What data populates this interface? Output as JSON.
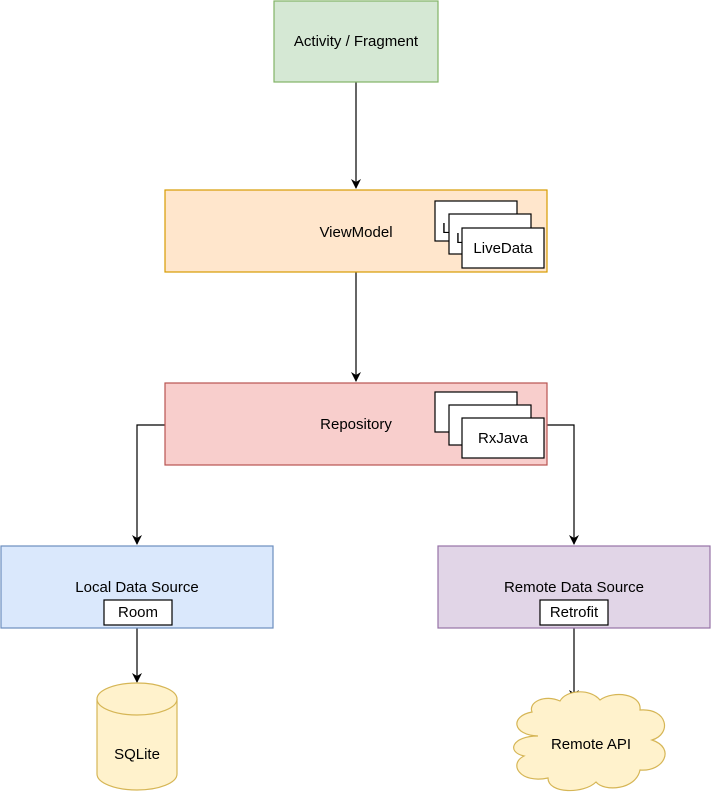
{
  "nodes": {
    "activity": {
      "label": "Activity / Fragment",
      "fill": "#d5e8d4",
      "stroke": "#82b366"
    },
    "viewmodel": {
      "label": "ViewModel",
      "fill": "#ffe6cc",
      "stroke": "#d79b00"
    },
    "livedata": {
      "label": "LiveData",
      "stack_back_1": "L",
      "stack_back_2": "L"
    },
    "repository": {
      "label": "Repository",
      "fill": "#f8cecc",
      "stroke": "#b85450"
    },
    "rxjava": {
      "label": "RxJava"
    },
    "local": {
      "label": "Local Data Source",
      "fill": "#dae8fc",
      "stroke": "#6c8ebf"
    },
    "room": {
      "label": "Room"
    },
    "remote": {
      "label": "Remote Data Source",
      "fill": "#e1d5e7",
      "stroke": "#9673a6"
    },
    "retrofit": {
      "label": "Retrofit"
    },
    "sqlite": {
      "label": "SQLite",
      "fill": "#fff2cc",
      "stroke": "#d6b656"
    },
    "remote_api": {
      "label": "Remote API",
      "fill": "#fff2cc",
      "stroke": "#d6b656"
    }
  }
}
